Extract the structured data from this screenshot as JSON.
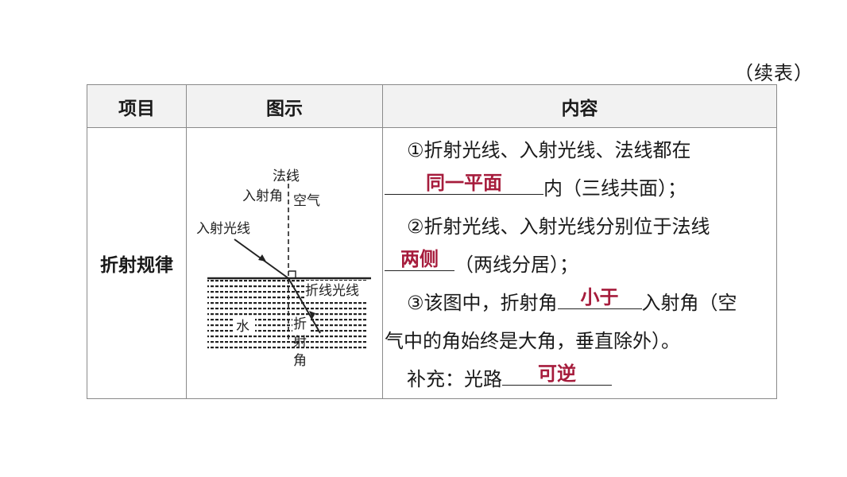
{
  "continued_label": "（续表）",
  "table": {
    "headers": [
      "项目",
      "图示",
      "内容"
    ],
    "row_label": "折射规律",
    "figure": {
      "normal": "法线",
      "incident_angle": "入射角",
      "air": "空气",
      "incident_ray": "入射光线",
      "refracted_ray": "折线光线",
      "water": "水",
      "refraction_angle": [
        "折",
        "射",
        "角"
      ]
    },
    "content": {
      "l1": "①折射光线、入射光线、法线都在",
      "a1": "同一平面",
      "l2_after": "内（三线共面）；",
      "l3": "②折射光线、入射光线分别位于法线",
      "a2": "两侧",
      "l4_after": "（两线分居）；",
      "l5_before": "③该图中，折射角",
      "a3": "小于",
      "l5_after": "入射角（空",
      "l6": "气中的角始终是大角，垂直除外）。",
      "l7_before": "补充：光路",
      "a4": "可逆"
    }
  }
}
